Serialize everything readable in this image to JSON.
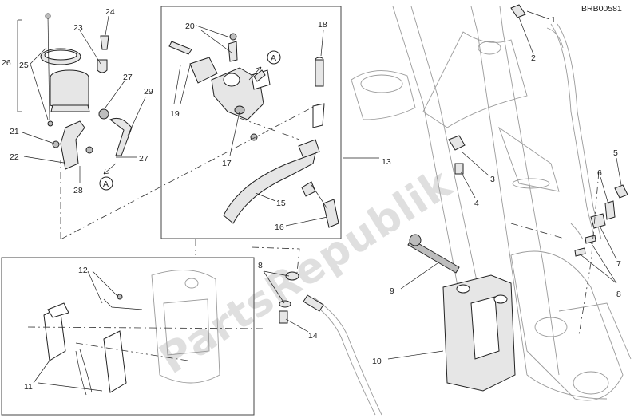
{
  "diagram": {
    "code": "BRB00581",
    "watermark": "PartsRepublik",
    "ref_circle": "A",
    "callouts": [
      "1",
      "2",
      "3",
      "4",
      "5",
      "6",
      "7",
      "8",
      "8",
      "9",
      "10",
      "11",
      "12",
      "13",
      "14",
      "15",
      "16",
      "17",
      "18",
      "19",
      "20",
      "21",
      "22",
      "23",
      "24",
      "25",
      "26",
      "27",
      "27",
      "28",
      "29"
    ]
  }
}
